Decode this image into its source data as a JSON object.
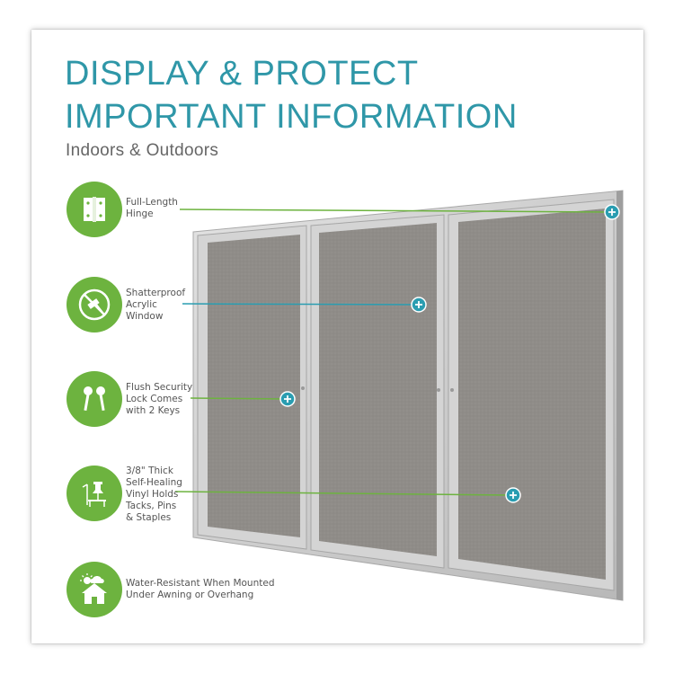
{
  "heading": {
    "line1": "DISPLAY & PROTECT",
    "line2": "IMPORTANT INFORMATION",
    "subtitle": "Indoors & Outdoors"
  },
  "features": [
    {
      "icon": "hinge-icon",
      "lines": [
        "Full-Length",
        "Hinge"
      ]
    },
    {
      "icon": "shatterproof-icon",
      "lines": [
        "Shatterproof",
        "Acrylic",
        "Window"
      ]
    },
    {
      "icon": "keys-icon",
      "lines": [
        "Flush Security",
        "Lock Comes",
        "with 2 Keys"
      ]
    },
    {
      "icon": "pushpin-icon",
      "lines": [
        "3/8\" Thick",
        "Self-Healing",
        "Vinyl Holds",
        "Tacks, Pins",
        "& Staples"
      ]
    },
    {
      "icon": "house-weather-icon",
      "lines": [
        "Water-Resistant When Mounted",
        "Under Awning or Overhang"
      ]
    }
  ],
  "colors": {
    "title": "#2f97a8",
    "icon_bg": "#6db33f",
    "hotspot": "#2a9db1",
    "frame": "#c8c8c8",
    "fabric": "#8f8c88"
  }
}
